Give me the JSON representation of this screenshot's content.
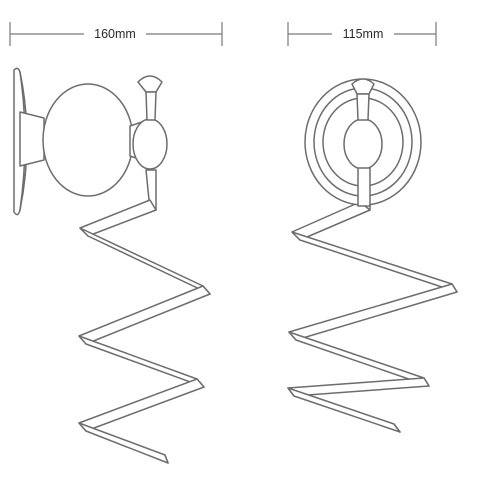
{
  "dimensions": {
    "left_width": "160mm",
    "right_width": "115mm"
  },
  "views": [
    {
      "name": "side-view"
    },
    {
      "name": "front-view"
    }
  ],
  "colors": {
    "line": "#6d6d6d",
    "text": "#2a2a2a",
    "background": "#ffffff"
  }
}
